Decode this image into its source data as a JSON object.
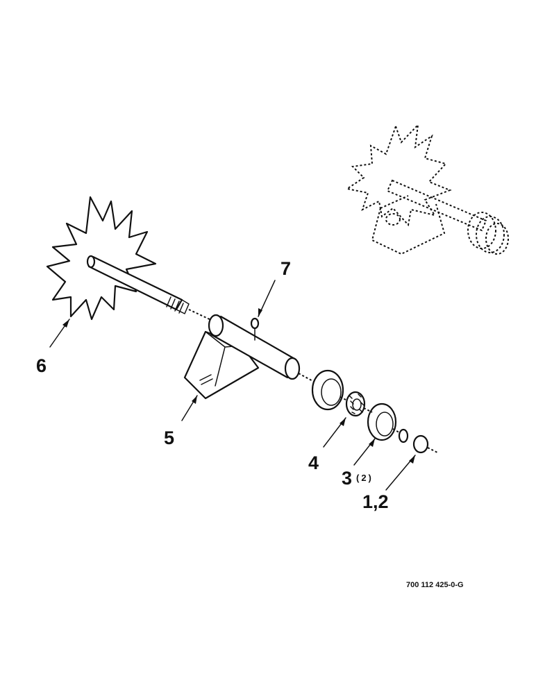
{
  "callouts": {
    "label_1": "6",
    "label_2": "5",
    "label_3": "7",
    "label_4": "4",
    "label_5": "3",
    "label_5_qty": "(2)",
    "label_6": "1,2"
  },
  "figure_id": "700 112 425-0-G"
}
